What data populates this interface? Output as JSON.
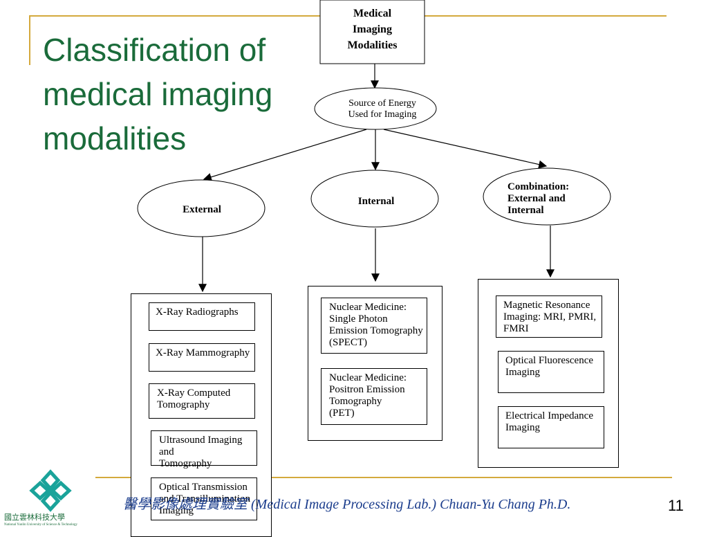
{
  "slide": {
    "title": "Classification of\n medical imaging\nmodalities",
    "page_number": "11",
    "footer": "醫學影像處理實驗室 (Medical Image Processing Lab.) Chuan-Yu Chang Ph.D.",
    "logo_caption": "國立雲林科技大學",
    "logo_subcaption": "National Yunlin University of Science & Technology",
    "colors": {
      "title": "#1a6b3a",
      "accent_lines": "#d4a93c",
      "footer": "#1a3c8c"
    }
  },
  "diagram": {
    "root": "Medical\nImaging\nModalities",
    "source": "Source of  Energy\nUsed for Imaging",
    "categories": {
      "external": "External",
      "internal": "Internal",
      "combination": "Combination:\nExternal and\nInternal"
    },
    "external_items": [
      "X-Ray Radiographs",
      "X-Ray Mammography",
      "X-Ray Computed\nTomography",
      "Ultrasound Imaging and\nTomography",
      "Optical Transmission\nand Transillumination\nImaging"
    ],
    "internal_items": [
      "Nuclear Medicine:\nSingle Photon\nEmission Tomography\n(SPECT)",
      "Nuclear Medicine:\nPositron Emission\nTomography\n(PET)"
    ],
    "combination_items": [
      "Magnetic Resonance\nImaging: MRI, PMRI,\nFMRI",
      "Optical Fluorescence\nImaging",
      "Electrical Impedance\nImaging"
    ]
  }
}
